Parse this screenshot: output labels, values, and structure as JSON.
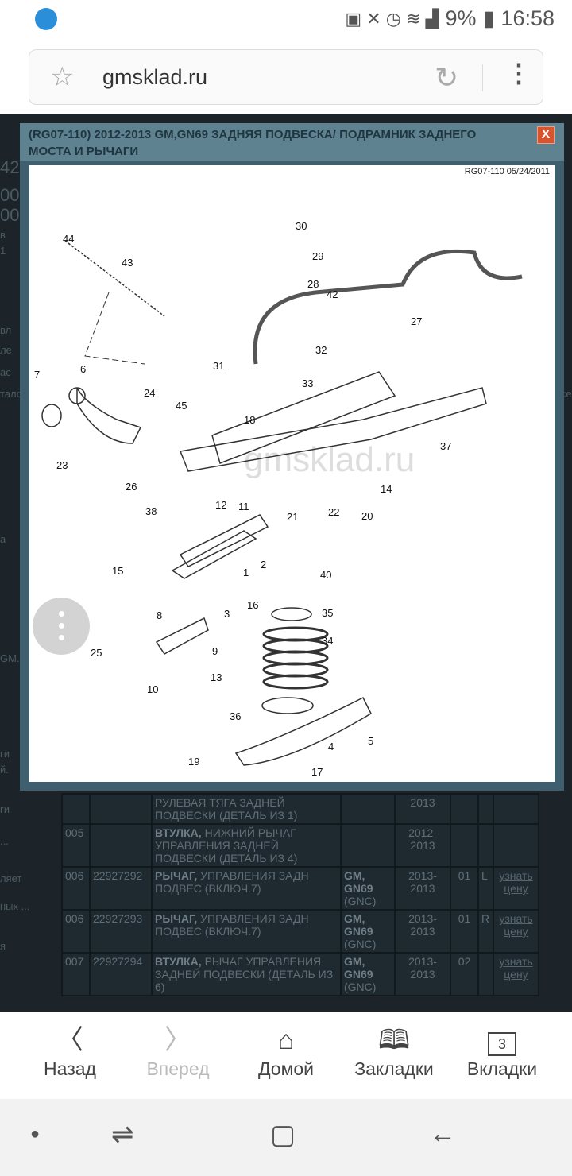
{
  "status": {
    "battery": "9%",
    "time": "16:58"
  },
  "browser": {
    "url": "gmsklad.ru"
  },
  "background_side": [
    "42",
    "00",
    "00",
    "в",
    "1",
    "вл",
    "ле",
    "ас",
    "тало",
    "а",
    "GM.",
    "ги",
    "й.",
    "ги",
    "...",
    "ляет",
    "ных ...",
    "я",
    "се"
  ],
  "table": {
    "rows": [
      {
        "no": "",
        "part": "",
        "desc_bold": "",
        "desc": "РУЛЕВАЯ ТЯГА ЗАДНЕЙ ПОДВЕСКИ (ДЕТАЛЬ ИЗ 1)",
        "model_bold": "",
        "model": "",
        "years": "2013",
        "qty": "",
        "side": "",
        "price": ""
      },
      {
        "no": "005",
        "part": "",
        "desc_bold": "ВТУЛКА,",
        "desc": " НИЖНИЙ РЫЧАГ УПРАВЛЕНИЯ ЗАДНЕЙ ПОДВЕСКИ (ДЕТАЛЬ ИЗ 4)",
        "model_bold": "",
        "model": "",
        "years": "2012-2013",
        "qty": "",
        "side": "",
        "price": ""
      },
      {
        "no": "006",
        "part": "22927292",
        "desc_bold": "РЫЧАГ,",
        "desc": " УПРАВЛЕНИЯ ЗАДН ПОДВЕС (ВКЛЮЧ.7)",
        "model_bold": "GM, GN69",
        "model": "(GNC)",
        "years": "2013-2013",
        "qty": "01",
        "side": "L",
        "price": "узнать цену"
      },
      {
        "no": "006",
        "part": "22927293",
        "desc_bold": "РЫЧАГ,",
        "desc": " УПРАВЛЕНИЯ ЗАДН ПОДВЕС (ВКЛЮЧ.7)",
        "model_bold": "GM, GN69",
        "model": "(GNC)",
        "years": "2013-2013",
        "qty": "01",
        "side": "R",
        "price": "узнать цену"
      },
      {
        "no": "007",
        "part": "22927294",
        "desc_bold": "ВТУЛКА,",
        "desc": " РЫЧАГ УПРАВЛЕНИЯ ЗАДНЕЙ ПОДВЕСКИ (ДЕТАЛЬ ИЗ 6)",
        "model_bold": "GM, GN69",
        "model": "(GNC)",
        "years": "2013-2013",
        "qty": "02",
        "side": "",
        "price": "узнать цену"
      }
    ]
  },
  "modal": {
    "title": "(RG07-110) 2012-2013 GM,GN69 ЗАДНЯЯ ПОДВЕСКА/ ПОДРАМНИК ЗАДНЕГО МОСТА И РЫЧАГИ",
    "close": "X",
    "ref": "RG07-110 05/24/2011",
    "watermark": "gmsklad.ru",
    "callouts": [
      "44",
      "43",
      "30",
      "29",
      "28",
      "42",
      "27",
      "32",
      "31",
      "33",
      "7",
      "6",
      "24",
      "45",
      "18",
      "37",
      "23",
      "26",
      "14",
      "38",
      "12",
      "11",
      "21",
      "22",
      "20",
      "2",
      "15",
      "1",
      "40",
      "3",
      "16",
      "35",
      "8",
      "9",
      "34",
      "25",
      "13",
      "10",
      "36",
      "5",
      "4",
      "19",
      "17"
    ]
  },
  "bottom_nav": [
    {
      "label": "Назад",
      "icon": "back-icon"
    },
    {
      "label": "Вперед",
      "icon": "forward-icon",
      "disabled": true
    },
    {
      "label": "Домой",
      "icon": "home-icon"
    },
    {
      "label": "Закладки",
      "icon": "bookmarks-icon"
    },
    {
      "label": "Вкладки",
      "icon": "tabs-icon",
      "count": "3"
    }
  ]
}
